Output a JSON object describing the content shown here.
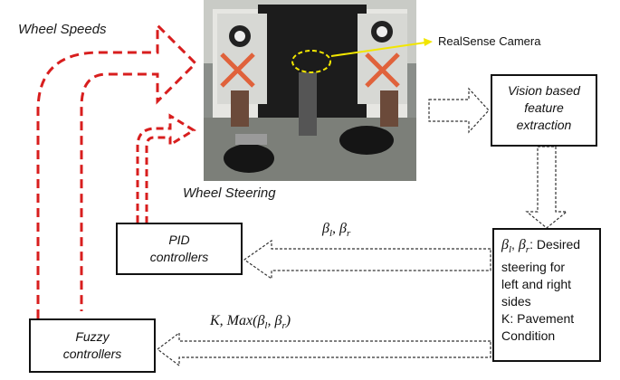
{
  "labels": {
    "wheel_speeds": "Wheel Speeds",
    "wheel_steering": "Wheel Steering",
    "camera": "RealSense Camera"
  },
  "boxes": {
    "vision": [
      "Vision based",
      "feature",
      "extraction"
    ],
    "pid": [
      "PID",
      "controllers"
    ],
    "fuzzy": [
      "Fuzzy",
      "controllers"
    ],
    "desc": {
      "beta": "β",
      "sub_l": "l",
      "sub_r": "r",
      "sep": ", ",
      "after": ": Desired",
      "lines": [
        "steering for",
        "left and right",
        "sides",
        "K: Pavement",
        "Condition"
      ]
    }
  },
  "arrow_labels": {
    "beta_pid": {
      "beta": "β",
      "sub_l": "l",
      "sub_r": "r",
      "sep": ", "
    },
    "k_max": {
      "prefix": "K, Max(",
      "beta": "β",
      "sub_l": "l",
      "sub_r": "r",
      "sep": ", ",
      "suffix": ")"
    }
  },
  "colors": {
    "flow_arrow": "#d81e1e",
    "signal_arrow": "#333333",
    "camera_marker": "#f2e600"
  }
}
